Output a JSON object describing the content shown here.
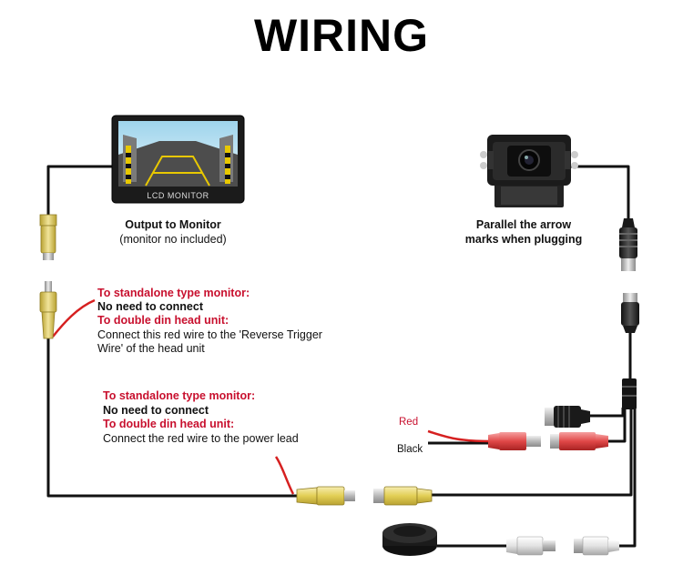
{
  "title": "WIRING",
  "monitor": {
    "screen_label": "LCD MONITOR",
    "caption_line1": "Output to Monitor",
    "caption_line2": "(monitor no included)"
  },
  "camera": {
    "caption_line1": "Parallel the arrow",
    "caption_line2": "marks when plugging"
  },
  "note_video": {
    "heading1": "To standalone type monitor:",
    "line1": "No need to connect",
    "heading2": "To double din head unit:",
    "line2": "Connect this red wire to the 'Reverse Trigger",
    "line3": "Wire' of the head unit"
  },
  "note_power": {
    "heading1": "To standalone type monitor:",
    "line1": "No need to connect",
    "heading2": "To double din head unit:",
    "line2": "Connect the red wire to the power lead"
  },
  "power_leads": {
    "red_label": "Red",
    "black_label": "Black"
  },
  "colors": {
    "wire": "#111111",
    "red_wire": "#d62020",
    "rca_yellow": "#e8d860",
    "rca_red": "#e04848",
    "rca_white": "#e6e6e6",
    "text_red": "#c8102e"
  }
}
